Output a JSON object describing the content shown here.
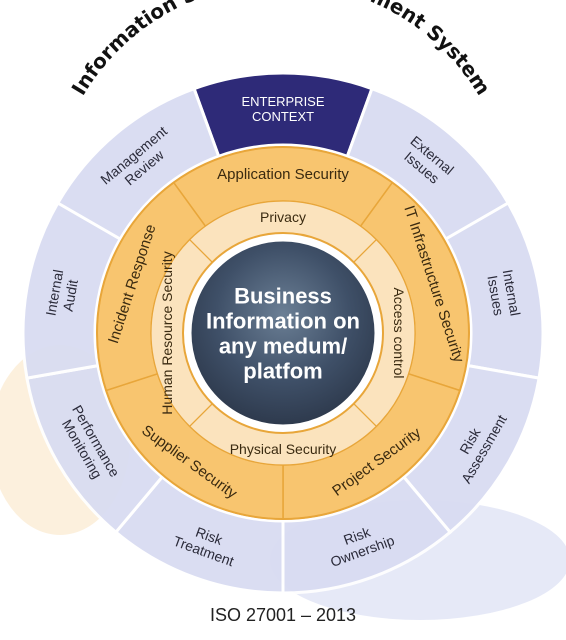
{
  "title": "Information Security Management System",
  "footer": "ISO 27001 – 2013",
  "center": {
    "lines": [
      "Business",
      "Information on",
      "any medum/",
      "platfom"
    ]
  },
  "outer_ring": [
    {
      "key": "enterprise",
      "lines": [
        "ENTERPRISE",
        "CONTEXT"
      ]
    },
    {
      "key": "external-issues",
      "lines": [
        "External",
        "Issues"
      ]
    },
    {
      "key": "internal-issues",
      "lines": [
        "Internal",
        "Issues"
      ]
    },
    {
      "key": "risk-assessment",
      "lines": [
        "Risk",
        "Assessment"
      ]
    },
    {
      "key": "risk-ownership",
      "lines": [
        "Risk",
        "Ownership"
      ]
    },
    {
      "key": "risk-treatment",
      "lines": [
        "Risk",
        "Treatment"
      ]
    },
    {
      "key": "performance-monitoring",
      "lines": [
        "Performance",
        "Monitoring"
      ]
    },
    {
      "key": "internal-audit",
      "lines": [
        "Internal",
        "Audit"
      ]
    },
    {
      "key": "management-review",
      "lines": [
        "Management",
        "Review"
      ]
    }
  ],
  "middle_ring": [
    "Application Security",
    "IT Infrastructure Security",
    "Project Security",
    "Supplier Security",
    "Incident Response"
  ],
  "inner_ring": [
    "Privacy",
    "Access control",
    "Physical Security",
    "Human Resource Security"
  ],
  "colors": {
    "enterprise": "#2e2a78",
    "outer_ring": "#d9dcf2",
    "middle_ring": "#f8c56f",
    "inner_ring": "#fbe3bd",
    "center_text": "#ffffff",
    "separator": "#ffffff",
    "gold_line": "#e8a63a"
  }
}
